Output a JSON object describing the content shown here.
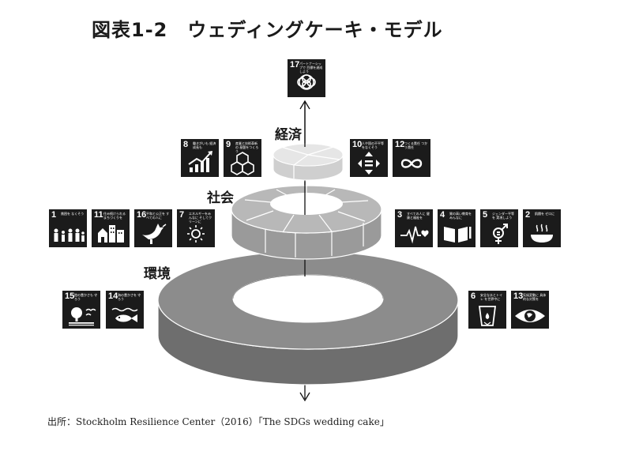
{
  "title": "図表1-2　ウェディングケーキ・モデル",
  "layers": {
    "economy": "経済",
    "society": "社会",
    "biosphere": "環境"
  },
  "goals": {
    "g1": {
      "num": "1",
      "title": "貧困を なくそう",
      "icon": "people-family-icon"
    },
    "g2": {
      "num": "2",
      "title": "飢餓を ゼロに",
      "icon": "bowl-icon"
    },
    "g3": {
      "num": "3",
      "title": "すべての人に 健康と福祉を",
      "icon": "heartbeat-icon"
    },
    "g4": {
      "num": "4",
      "title": "質の高い教育を みんなに",
      "icon": "book-icon"
    },
    "g5": {
      "num": "5",
      "title": "ジェンダー平等を 実現しよう",
      "icon": "gender-icon"
    },
    "g6": {
      "num": "6",
      "title": "安全な水とトイレ を世界中に",
      "icon": "water-glass-icon"
    },
    "g7": {
      "num": "7",
      "title": "エネルギーをみんなに そしてクリーンに",
      "icon": "sun-icon"
    },
    "g8": {
      "num": "8",
      "title": "働きがいも 経済成長も",
      "icon": "growth-chart-icon"
    },
    "g9": {
      "num": "9",
      "title": "産業と技術革新の 基盤をつくろう",
      "icon": "cubes-icon"
    },
    "g10": {
      "num": "10",
      "title": "人や国の不平等 をなくそう",
      "icon": "equality-arrows-icon"
    },
    "g11": {
      "num": "11",
      "title": "住み続けられる まちづくりを",
      "icon": "city-icon"
    },
    "g12": {
      "num": "12",
      "title": "つくる責任 つかう責任",
      "icon": "infinity-icon"
    },
    "g13": {
      "num": "13",
      "title": "気候変動に 具体的な対策を",
      "icon": "eye-globe-icon"
    },
    "g14": {
      "num": "14",
      "title": "海の豊かさを 守ろう",
      "icon": "fish-icon"
    },
    "g15": {
      "num": "15",
      "title": "陸の豊かさも 守ろう",
      "icon": "tree-bird-icon"
    },
    "g16": {
      "num": "16",
      "title": "平和と公正を すべての人に",
      "icon": "dove-icon"
    },
    "g17": {
      "num": "17",
      "title": "パートナーシップで 目標を達成しよう",
      "icon": "rings-icon"
    }
  },
  "source": "出所：Stockholm Resilience Center（2016）「The SDGs wedding cake」",
  "colors": {
    "tile": "#1b1b1b",
    "bottom_top": "#8c8c8c",
    "bottom_side": "#6e6e6e",
    "middle_top": "#b8b8b8",
    "middle_side": "#9a9a9a",
    "top_top": "#e6e6e6",
    "top_side": "#cfcfcf"
  }
}
